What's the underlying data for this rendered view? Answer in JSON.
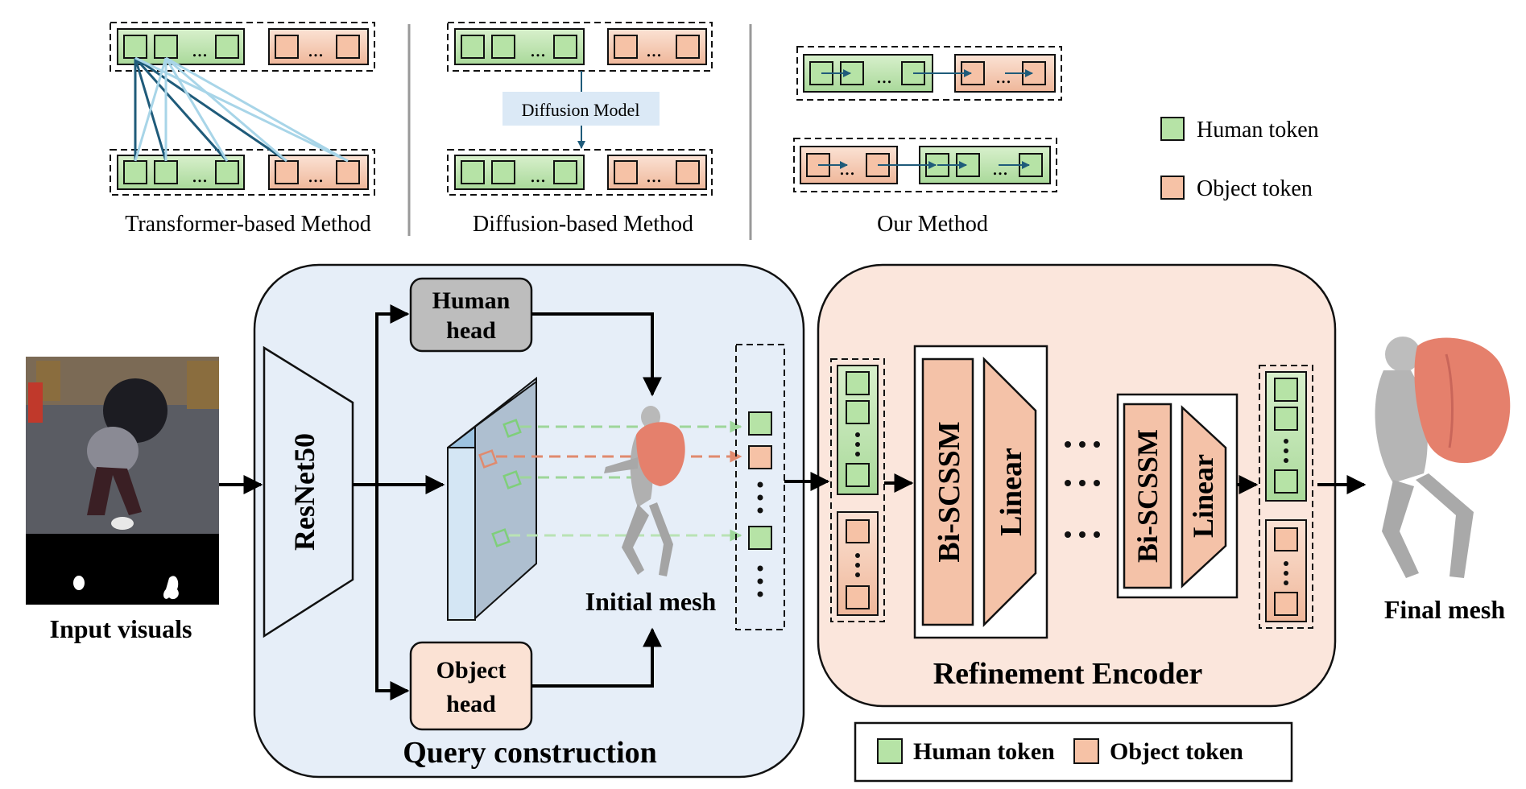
{
  "top": {
    "transformer_caption": "Transformer-based Method",
    "diffusion_caption": "Diffusion-based Method",
    "diffusion_box_label": "Diffusion Model",
    "our_caption": "Our Method",
    "legend_human": "Human token",
    "legend_object": "Object token",
    "ellipsis": "..."
  },
  "pipeline": {
    "input_label": "Input visuals",
    "backbone_label": "ResNet50",
    "human_head_line1": "Human",
    "human_head_line2": "head",
    "object_head_line1": "Object",
    "object_head_line2": "head",
    "initial_mesh_label": "Initial mesh",
    "query_title": "Query construction",
    "refine_title": "Refinement Encoder",
    "bi_scssm_label": "Bi-SCSSM",
    "linear_label": "Linear",
    "final_mesh_label": "Final mesh"
  },
  "bottom_legend": {
    "human": "Human token",
    "object": "Object token"
  },
  "colors": {
    "human_fill": "#b6e3a6",
    "human_stroke": "#2e7d32",
    "object_fill": "#f6c2a6",
    "query_bg": "#e6eef8",
    "refine_bg": "#fbe6dc",
    "block_fill": "#f4c2a8",
    "arrow_dark": "#1f5b7a",
    "arrow_light": "#a8d5e8",
    "dashed_green": "#9ed69a",
    "dashed_red": "#e08a6e"
  }
}
